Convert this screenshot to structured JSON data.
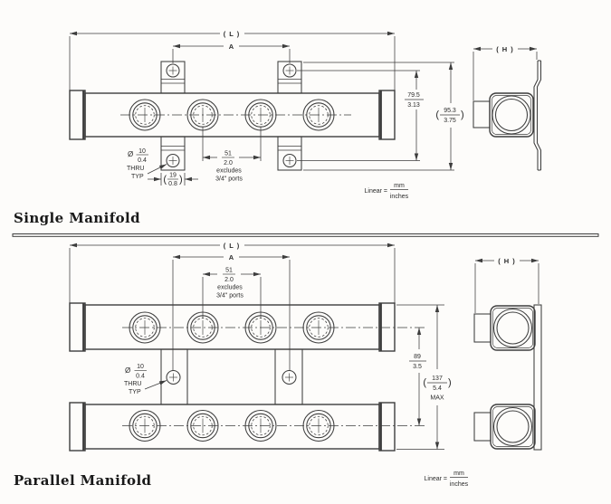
{
  "page": {
    "background": "#fdfcfa",
    "line_color": "#3d3d3d",
    "divider_color": "#26519e"
  },
  "glyphs": {
    "open_paren": "(",
    "close_paren": ")"
  },
  "single": {
    "title": "Single Manifold",
    "dim_length": "( L )",
    "dim_a": "A",
    "dim_h": "( H )",
    "port_spacing": {
      "mm": "51",
      "in": "2.0",
      "note_line1": "excludes",
      "note_line2": "3/4\" ports"
    },
    "mount_hole": {
      "symbol": "Ø",
      "mm": "10",
      "in": "0.4",
      "line1": "THRU",
      "line2": "TYP"
    },
    "bracket_offset": {
      "mm": "19",
      "in": "0.8"
    },
    "hole_span": {
      "mm": "79.5",
      "in": "3.13"
    },
    "overall_height": {
      "mm": "95.3",
      "in": "3.75"
    },
    "legend": {
      "label": "Linear =",
      "num": "mm",
      "den": "inches"
    }
  },
  "parallel": {
    "title": "Parallel Manifold",
    "dim_length": "( L )",
    "dim_a": "A",
    "dim_h": "( H )",
    "port_spacing": {
      "mm": "51",
      "in": "2.0",
      "note_line1": "excludes",
      "note_line2": "3/4\" ports"
    },
    "mount_hole": {
      "symbol": "Ø",
      "mm": "10",
      "in": "0.4",
      "line1": "THRU",
      "line2": "TYP"
    },
    "row_span": {
      "mm": "89",
      "in": "3.5"
    },
    "overall_height": {
      "mm": "137",
      "in": "5.4",
      "suffix": "MAX"
    },
    "legend": {
      "label": "Linear =",
      "num": "mm",
      "den": "inches"
    }
  }
}
